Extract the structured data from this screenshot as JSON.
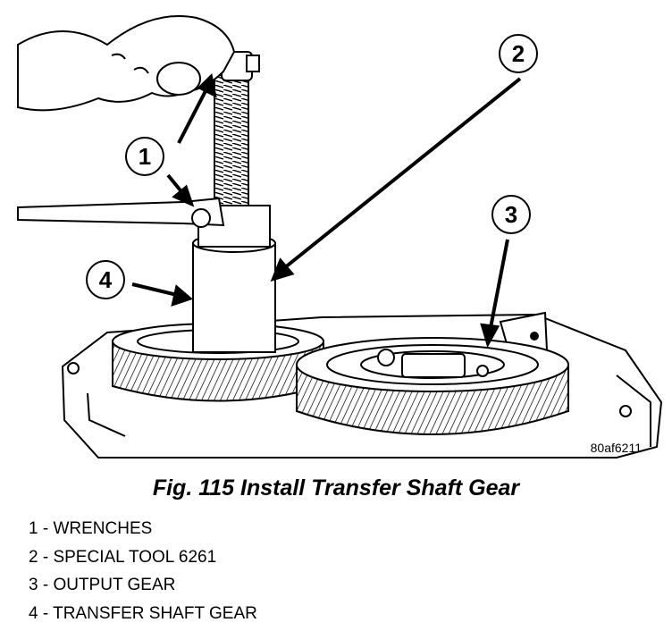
{
  "figure": {
    "image_code": "80af6211",
    "caption": "Fig. 115 Install Transfer Shaft Gear",
    "callouts": [
      {
        "number": "1"
      },
      {
        "number": "2"
      },
      {
        "number": "3"
      },
      {
        "number": "4"
      }
    ],
    "legend": [
      "1 - WRENCHES",
      "2 - SPECIAL TOOL 6261",
      "3 - OUTPUT GEAR",
      "4 - TRANSFER SHAFT GEAR"
    ]
  }
}
